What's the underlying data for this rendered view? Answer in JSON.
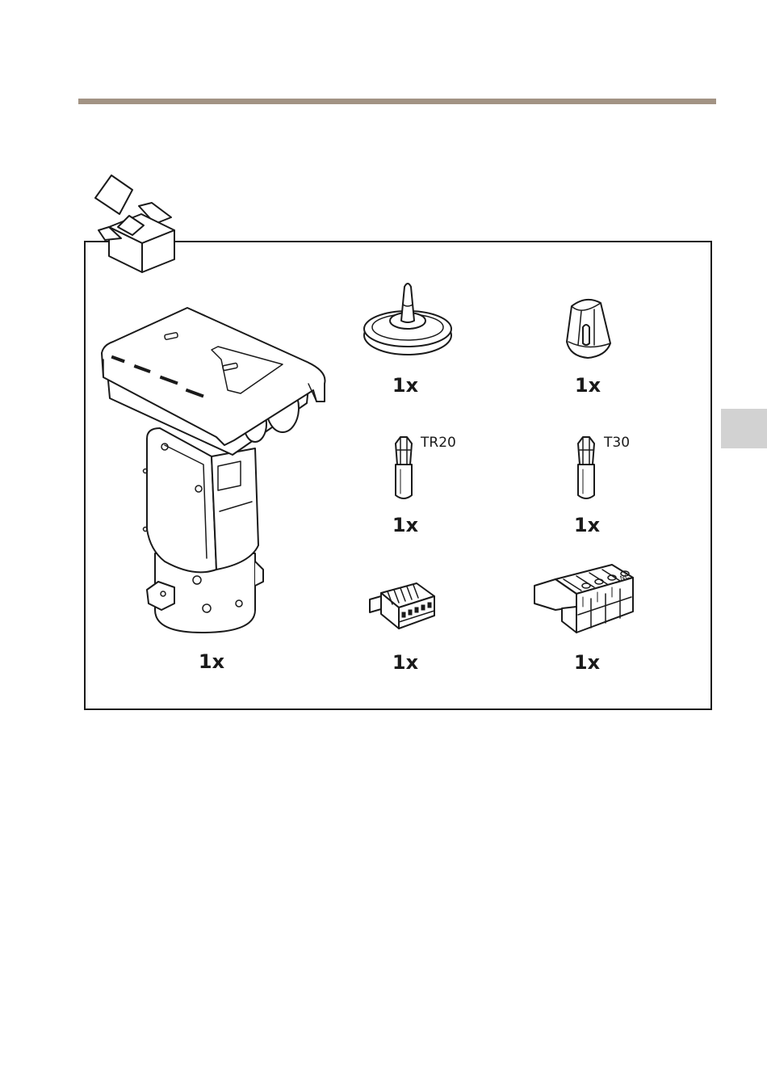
{
  "icons": {
    "package": "open-box-icon",
    "camera": "ptz-camera-illustration",
    "gland": "cable-gland-seal-illustration",
    "insert": "cable-gland-insert-illustration",
    "bit_tr20": "torx-bit-illustration",
    "bit_t30": "torx-bit-illustration",
    "io_connector": "io-terminal-block-illustration",
    "relay_connector": "relay-terminal-block-illustration"
  },
  "colors": {
    "header_rule": "#a29384",
    "side_tab": "#d2d2d2"
  },
  "items": {
    "camera": {
      "qty": "1x"
    },
    "gland": {
      "qty": "1x"
    },
    "insert": {
      "qty": "1x"
    },
    "bit_tr20": {
      "qty": "1x",
      "label": "TR20"
    },
    "bit_t30": {
      "qty": "1x",
      "label": "T30"
    },
    "io_connector": {
      "qty": "1x"
    },
    "relay_connector": {
      "qty": "1x",
      "terminal_label": "NC"
    }
  }
}
